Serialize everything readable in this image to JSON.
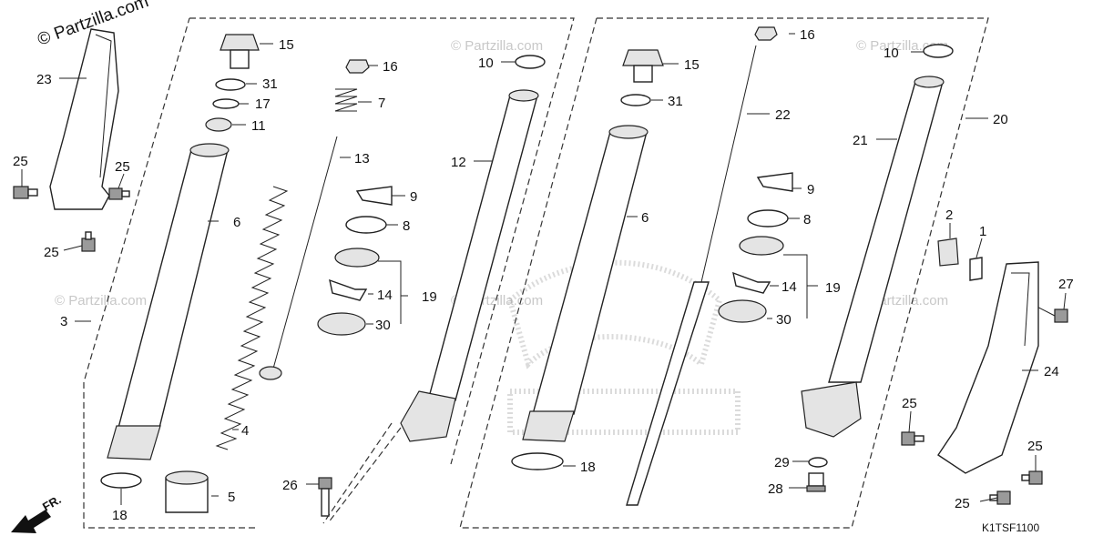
{
  "watermark": "© Partzilla.com",
  "copyright": "© Partzilla.com",
  "diagram_code": "K1TSF1100",
  "direction_label": "FR.",
  "callouts": {
    "c1": "1",
    "c2": "2",
    "c3": "3",
    "c4": "4",
    "c5": "5",
    "c6a": "6",
    "c6b": "6",
    "c7": "7",
    "c8a": "8",
    "c8b": "8",
    "c9a": "9",
    "c9b": "9",
    "c10a": "10",
    "c10b": "10",
    "c11": "11",
    "c12": "12",
    "c13": "13",
    "c14a": "14",
    "c14b": "14",
    "c15a": "15",
    "c15b": "15",
    "c16a": "16",
    "c16b": "16",
    "c17": "17",
    "c18a": "18",
    "c18b": "18",
    "c19a": "19",
    "c19b": "19",
    "c20": "20",
    "c21": "21",
    "c22": "22",
    "c23": "23",
    "c24": "24",
    "c25a": "25",
    "c25b": "25",
    "c25c": "25",
    "c25d": "25",
    "c25e": "25",
    "c25f": "25",
    "c26": "26",
    "c27": "27",
    "c28": "28",
    "c29": "29",
    "c30a": "30",
    "c30b": "30",
    "c31a": "31",
    "c31b": "31"
  }
}
